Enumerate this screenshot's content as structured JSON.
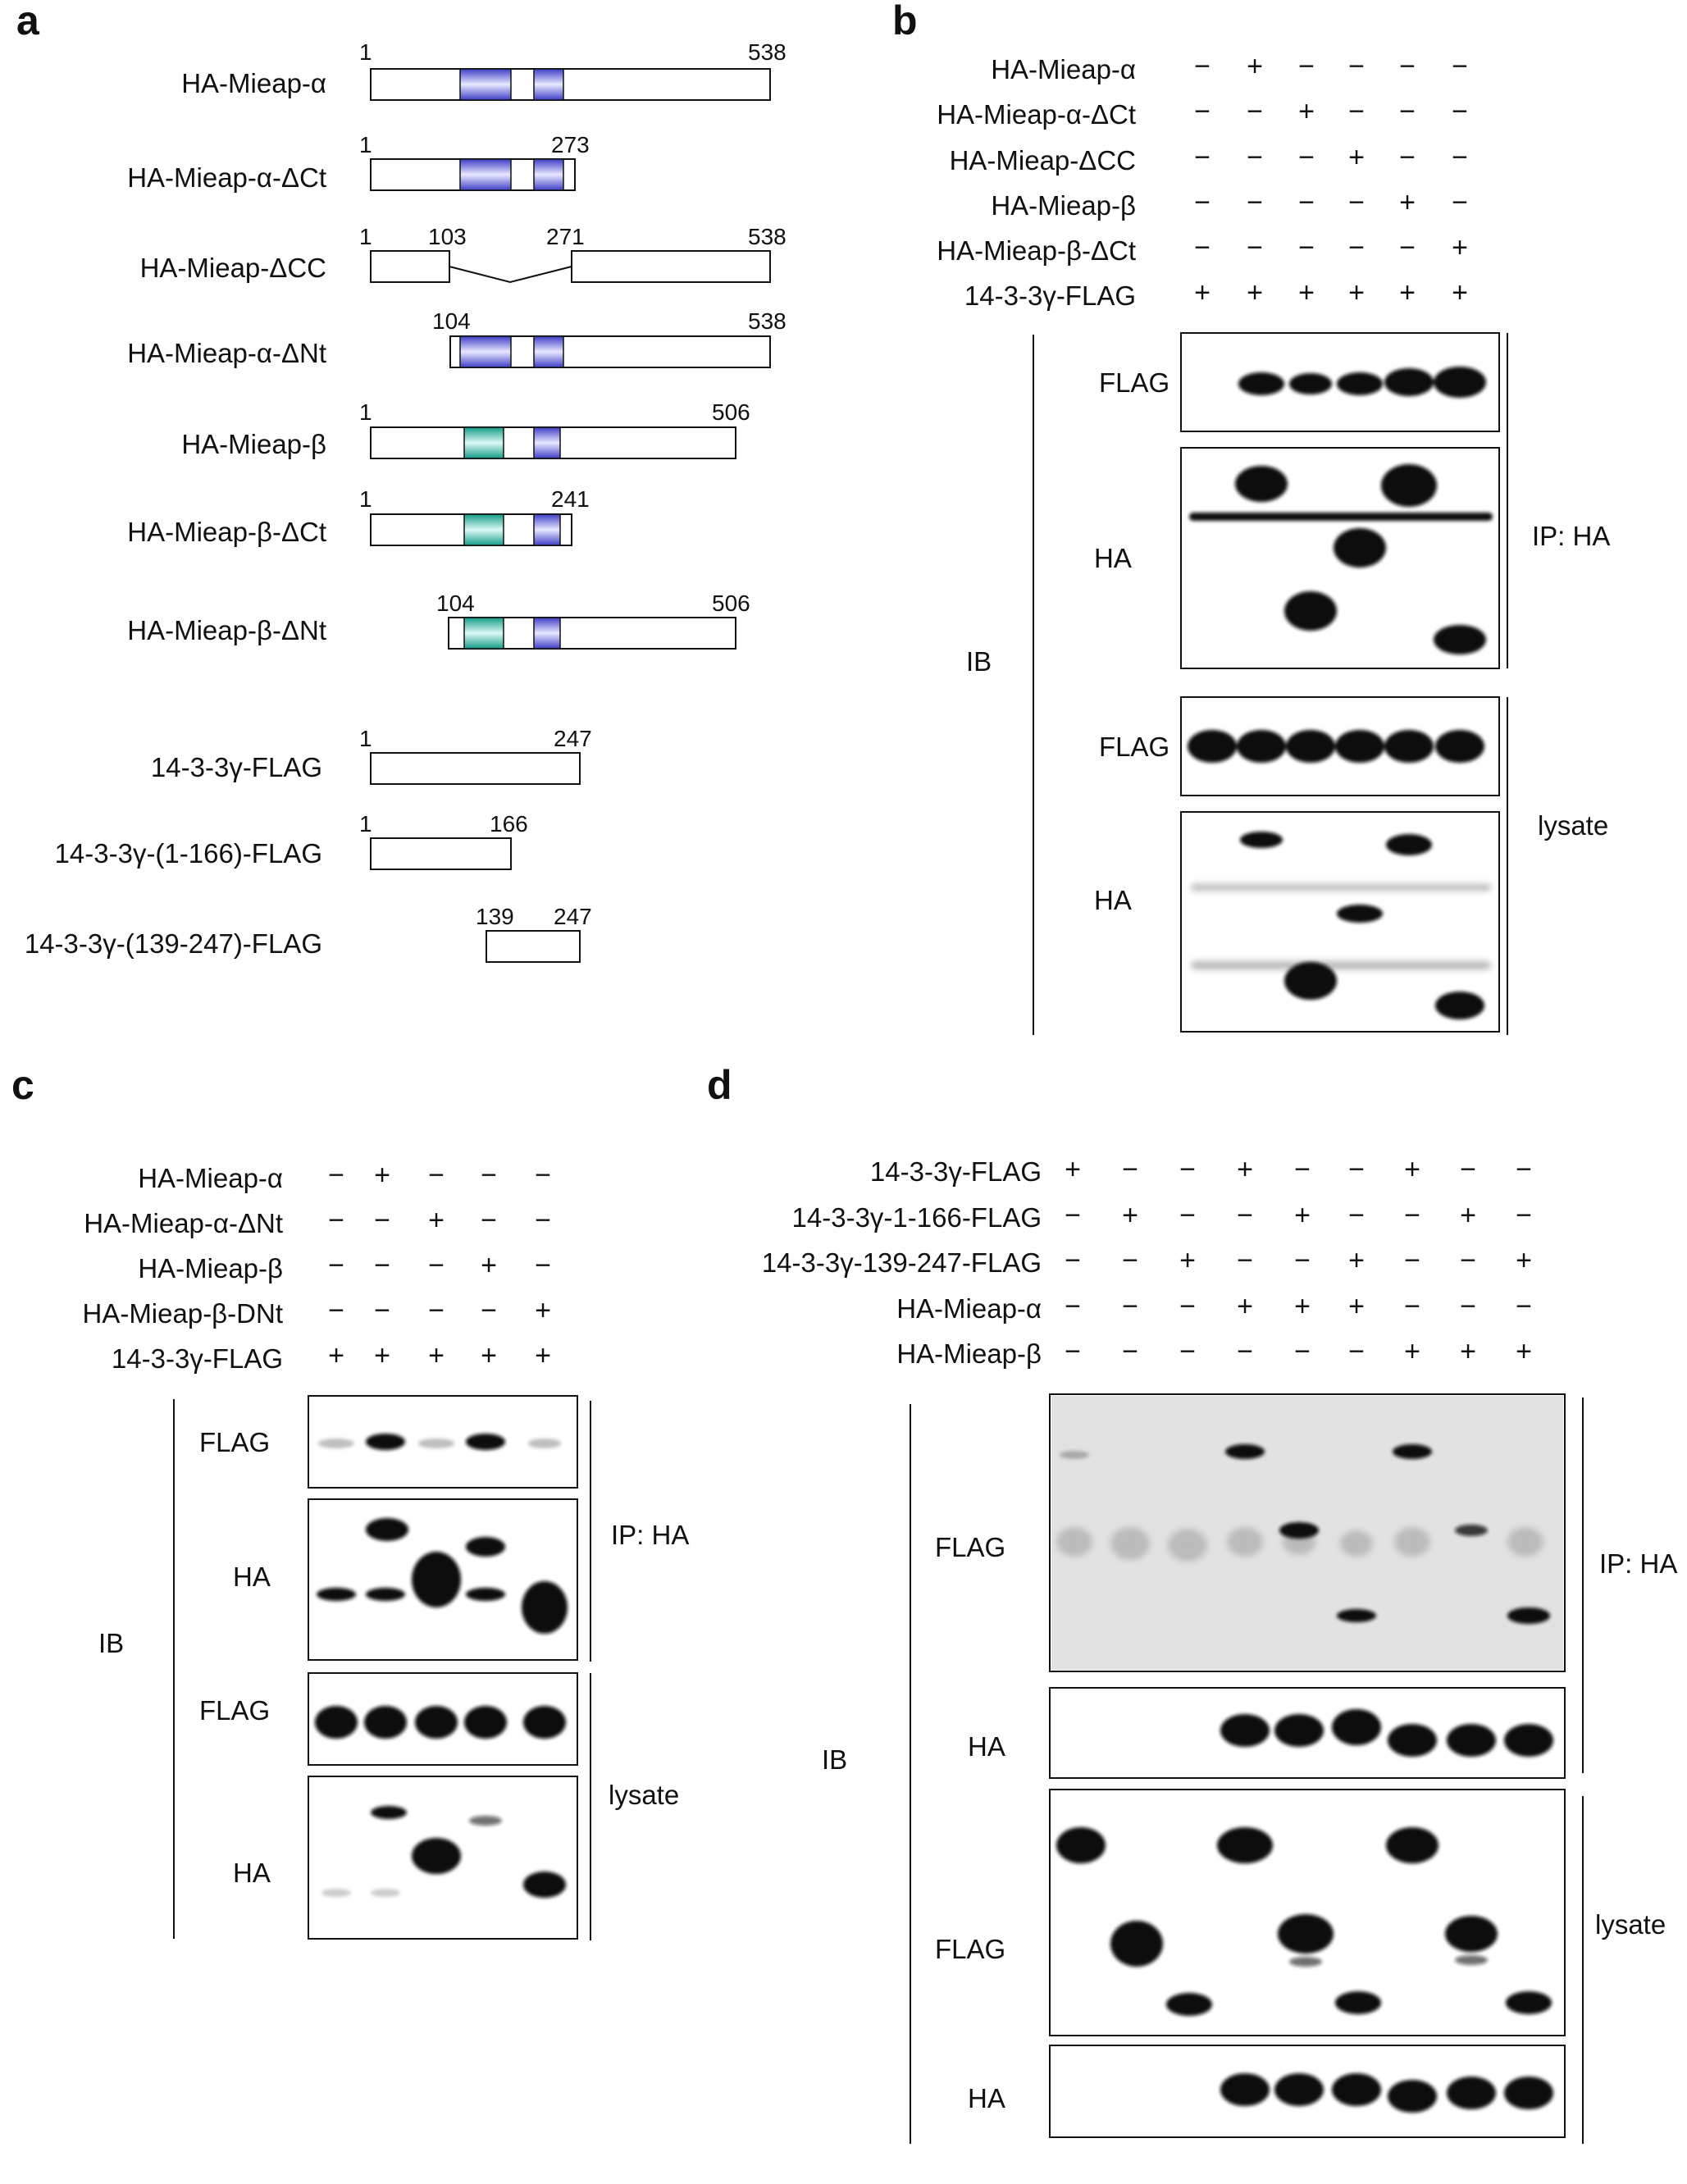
{
  "panel_a": {
    "letter": "a",
    "constructs": [
      {
        "label": "HA-Mieap-α",
        "start_num": "1",
        "end_num": "538"
      },
      {
        "label": "HA-Mieap-α-ΔCt",
        "start_num": "1",
        "end_num": "273"
      },
      {
        "label": "HA-Mieap-ΔCC",
        "start_num": "1",
        "mid_left_num": "103",
        "mid_right_num": "271",
        "end_num": "538"
      },
      {
        "label": "HA-Mieap-α-ΔNt",
        "start_num": "104",
        "end_num": "538"
      },
      {
        "label": "HA-Mieap-β",
        "start_num": "1",
        "end_num": "506"
      },
      {
        "label": "HA-Mieap-β-ΔCt",
        "start_num": "1",
        "end_num": "241"
      },
      {
        "label": "HA-Mieap-β-ΔNt",
        "start_num": "104",
        "end_num": "506"
      },
      {
        "label": "14-3-3γ-FLAG",
        "start_num": "1",
        "end_num": "247"
      },
      {
        "label": "14-3-3γ-(1-166)-FLAG",
        "start_num": "1",
        "end_num": "166"
      },
      {
        "label": "14-3-3γ-(139-247)-FLAG",
        "start_num": "139",
        "end_num": "247"
      }
    ],
    "colors": {
      "alpha_domain": "#6a6ae0",
      "beta_domain": "#2fb0a0",
      "outline": "#111111"
    }
  },
  "panel_b": {
    "letter": "b",
    "rows": [
      {
        "label": "HA-Mieap-α",
        "signs": [
          "−",
          "+",
          "−",
          "−",
          "−",
          "−"
        ]
      },
      {
        "label": "HA-Mieap-α-ΔCt",
        "signs": [
          "−",
          "−",
          "+",
          "−",
          "−",
          "−"
        ]
      },
      {
        "label": "HA-Mieap-ΔCC",
        "signs": [
          "−",
          "−",
          "−",
          "+",
          "−",
          "−"
        ]
      },
      {
        "label": "HA-Mieap-β",
        "signs": [
          "−",
          "−",
          "−",
          "−",
          "+",
          "−"
        ]
      },
      {
        "label": "HA-Mieap-β-ΔCt",
        "signs": [
          "−",
          "−",
          "−",
          "−",
          "−",
          "+"
        ]
      },
      {
        "label": "14-3-3γ-FLAG",
        "signs": [
          "+",
          "+",
          "+",
          "+",
          "+",
          "+"
        ]
      }
    ],
    "blot_labels": [
      "FLAG",
      "HA",
      "FLAG",
      "HA"
    ],
    "ib": "IB",
    "ip": "IP: HA",
    "lysate": "lysate"
  },
  "panel_c": {
    "letter": "c",
    "rows": [
      {
        "label": "HA-Mieap-α",
        "signs": [
          "−",
          "+",
          "−",
          "−",
          "−"
        ]
      },
      {
        "label": "HA-Mieap-α-ΔNt",
        "signs": [
          "−",
          "−",
          "+",
          "−",
          "−"
        ]
      },
      {
        "label": "HA-Mieap-β",
        "signs": [
          "−",
          "−",
          "−",
          "+",
          "−"
        ]
      },
      {
        "label": "HA-Mieap-β-DNt",
        "signs": [
          "−",
          "−",
          "−",
          "−",
          "+"
        ]
      },
      {
        "label": "14-3-3γ-FLAG",
        "signs": [
          "+",
          "+",
          "+",
          "+",
          "+"
        ]
      }
    ],
    "blot_labels": [
      "FLAG",
      "HA",
      "FLAG",
      "HA"
    ],
    "ib": "IB",
    "ip": "IP: HA",
    "lysate": "lysate"
  },
  "panel_d": {
    "letter": "d",
    "rows": [
      {
        "label": "14-3-3γ-FLAG",
        "signs": [
          "+",
          "−",
          "−",
          "+",
          "−",
          "−",
          "+",
          "−",
          "−"
        ]
      },
      {
        "label": "14-3-3γ-1-166-FLAG",
        "signs": [
          "−",
          "+",
          "−",
          "−",
          "+",
          "−",
          "−",
          "+",
          "−"
        ]
      },
      {
        "label": "14-3-3γ-139-247-FLAG",
        "signs": [
          "−",
          "−",
          "+",
          "−",
          "−",
          "+",
          "−",
          "−",
          "+"
        ]
      },
      {
        "label": "HA-Mieap-α",
        "signs": [
          "−",
          "−",
          "−",
          "+",
          "+",
          "+",
          "−",
          "−",
          "−"
        ]
      },
      {
        "label": "HA-Mieap-β",
        "signs": [
          "−",
          "−",
          "−",
          "−",
          "−",
          "−",
          "+",
          "+",
          "+"
        ]
      }
    ],
    "blot_labels": [
      "FLAG",
      "HA",
      "FLAG",
      "HA"
    ],
    "ib": "IB",
    "ip": "IP: HA",
    "lysate": "lysate"
  }
}
